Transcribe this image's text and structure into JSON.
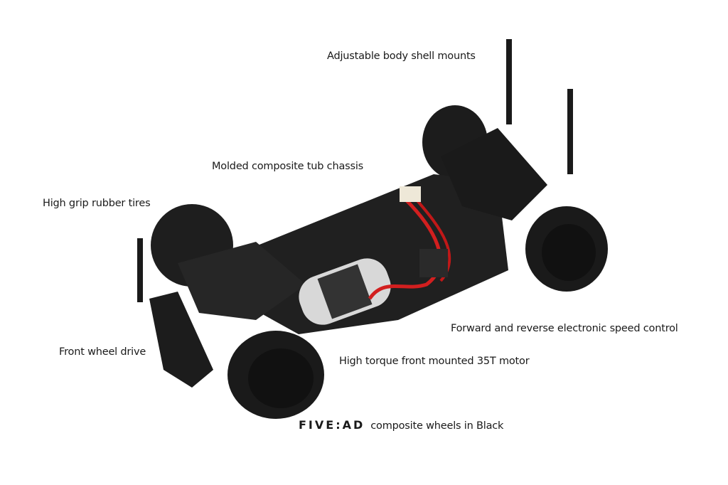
{
  "labels": {
    "body_mounts": "Adjustable body shell mounts",
    "tub_chassis": "Molded composite tub chassis",
    "tires": "High grip rubber tires",
    "esc": "Forward and reverse electronic speed control",
    "fwd": "Front wheel drive",
    "motor": "High torque front mounted 35T motor",
    "wheels_brand": "FIVE:AD",
    "wheels": "composite wheels in Black"
  }
}
